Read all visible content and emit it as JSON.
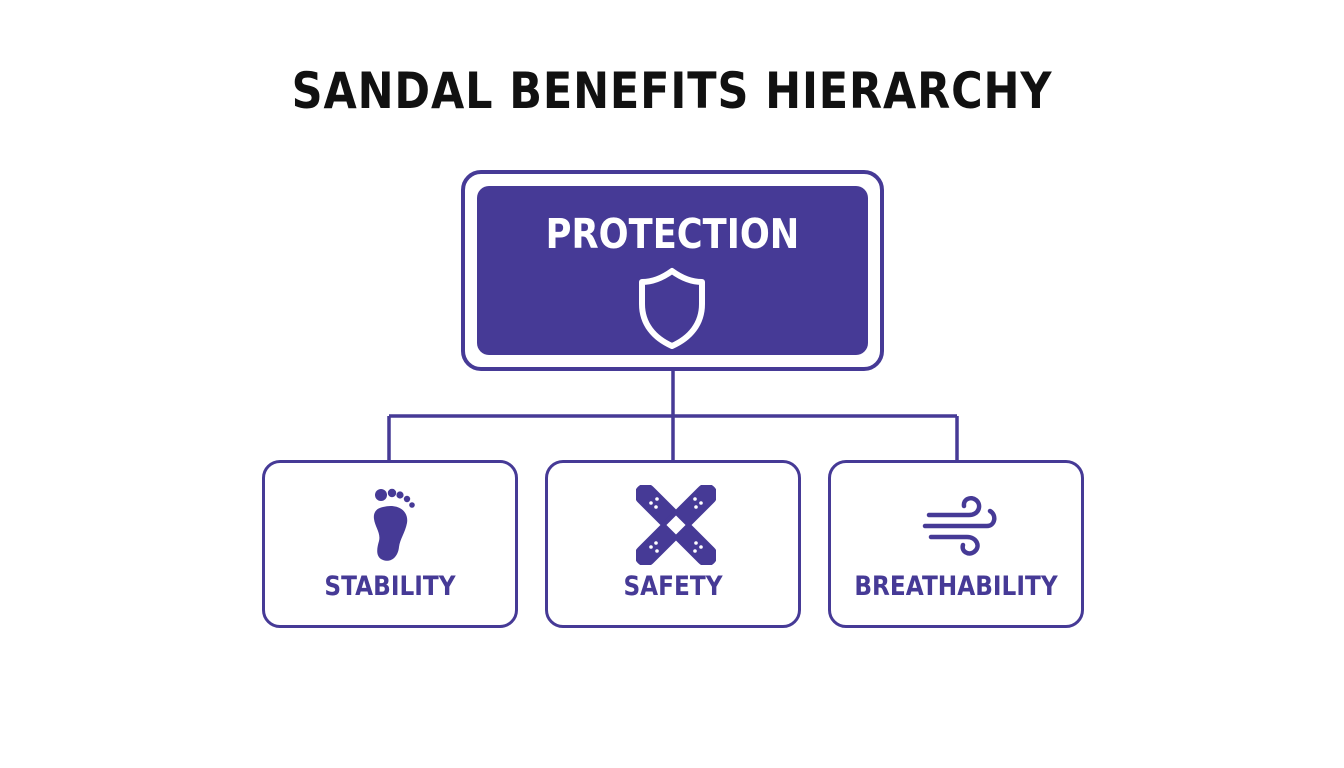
{
  "title": "SANDAL BENEFITS HIERARCHY",
  "colors": {
    "accent": "#463a96",
    "title": "#111111",
    "background": "#ffffff"
  },
  "root": {
    "label": "PROTECTION",
    "icon": "shield-icon"
  },
  "children": [
    {
      "label": "STABILITY",
      "icon": "footprint-icon"
    },
    {
      "label": "SAFETY",
      "icon": "crossed-bandages-icon"
    },
    {
      "label": "BREATHABILITY",
      "icon": "wind-icon"
    }
  ]
}
